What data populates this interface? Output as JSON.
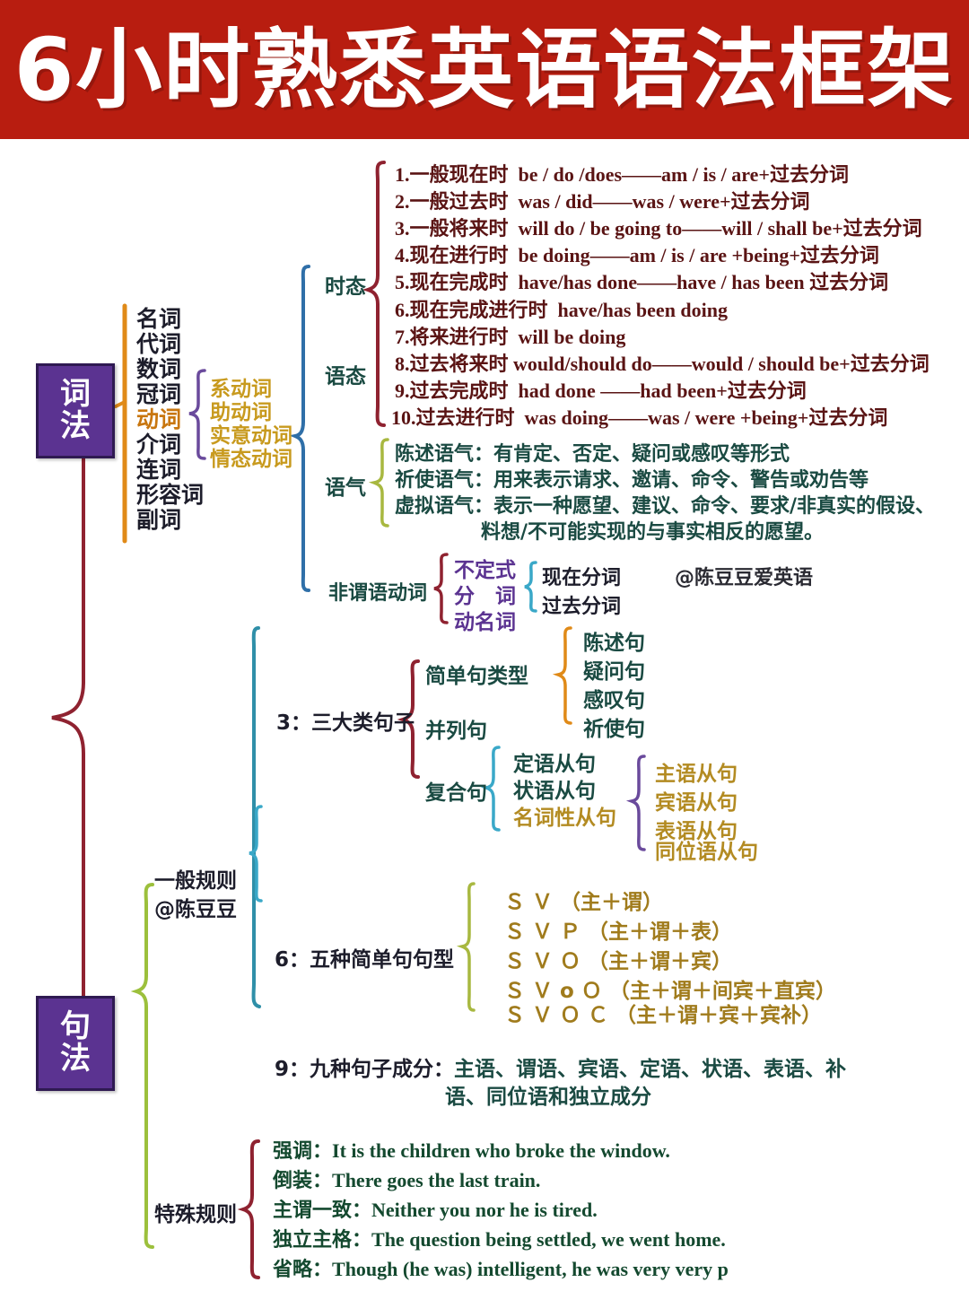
{
  "banner": {
    "title": "6小时熟悉英语语法框架",
    "bg": "#b81d10"
  },
  "nodes": {
    "morphology": {
      "line1": "词",
      "line2": "法"
    },
    "syntax": {
      "line1": "句",
      "line2": "法"
    }
  },
  "watermarks": {
    "long": "@陈豆豆爱英语",
    "short": "@陈豆豆"
  },
  "word_classes": {
    "items": [
      "名词",
      "代词",
      "数词",
      "冠词",
      "动词",
      "介词",
      "连词",
      "形容词",
      "副词"
    ],
    "color": "#1d1d2b",
    "verb_color": "#c8760f"
  },
  "verb_types": {
    "items": [
      "系动词",
      "助动词",
      "实意动词",
      "情态动词"
    ],
    "color": "#c89a1e"
  },
  "verb_aspects": {
    "tense_label": "时态",
    "voice_label": "语态",
    "mood_label": "语气",
    "nonfinite_label": "非谓语动词"
  },
  "tenses": {
    "items": [
      {
        "no": "1.",
        "name": "一般现在时",
        "active": "be / do /does",
        "dash": "——",
        "passive": "am / is / are+过去分词"
      },
      {
        "no": "2.",
        "name": "一般过去时",
        "active": "was / did",
        "dash": "——",
        "passive": "was / were+过去分词"
      },
      {
        "no": "3.",
        "name": "一般将来时",
        "active": "will do / be going to",
        "dash": "——",
        "passive": "will / shall be+过去分词"
      },
      {
        "no": "4.",
        "name": "现在进行时",
        "active": "be doing",
        "dash": "——",
        "passive": "am / is / are +being+过去分词"
      },
      {
        "no": "5.",
        "name": "现在完成时",
        "active": "have/has done",
        "dash": "——",
        "passive": "have / has been 过去分词"
      },
      {
        "no": "6.",
        "name": "现在完成进行时",
        "active": "have/has been doing",
        "dash": "",
        "passive": ""
      },
      {
        "no": "7.",
        "name": "将来进行时",
        "active": "will be doing",
        "dash": "",
        "passive": ""
      },
      {
        "no": "8.",
        "name": "过去将来时",
        "active": "would/should do",
        "dash": "——",
        "passive": "would / should be+过去分词"
      },
      {
        "no": "9.",
        "name": "过去完成时",
        "active": "had done",
        "dash": " ——",
        "passive": "had been+过去分词"
      },
      {
        "no": "10.",
        "name": "过去进行时",
        "active": "was doing",
        "dash": "——",
        "passive": "was / were +being+过去分词"
      }
    ],
    "color": "#5a1414"
  },
  "moods": {
    "items": [
      {
        "name": "陈述语气：",
        "desc": "有肯定、否定、疑问或感叹等形式"
      },
      {
        "name": "祈使语气：",
        "desc": "用来表示请求、邀请、命令、警告或劝告等"
      },
      {
        "name": "虚拟语气：",
        "desc": "表示一种愿望、建议、命令、要求/非真实的假设、"
      }
    ],
    "continuation": "料想/不可能实现的与事实相反的愿望。",
    "color": "#1a4a42"
  },
  "nonfinite": {
    "items": [
      "不定式",
      "分　词",
      "动名词"
    ],
    "participles": [
      "现在分词",
      "过去分词"
    ],
    "color": "#5b3391",
    "participle_color": "#1d1d2b"
  },
  "sentence_kinds": {
    "heading": "3：三大类句子",
    "branches": [
      "简单句类型",
      "并列句",
      "复合句"
    ],
    "simple_types": [
      "陈述句",
      "疑问句",
      "感叹句",
      "祈使句"
    ],
    "complex_types": [
      "定语从句",
      "状语从句",
      "名词性从句"
    ],
    "noun_clauses": [
      "主语从句",
      "宾语从句",
      "表语从句",
      "同位语从句"
    ],
    "color": "#1a4a42",
    "noun_clause_color": "#b38b22"
  },
  "general_rules": {
    "label": "一般规则"
  },
  "patterns": {
    "heading": "6：五种简单句句型",
    "items": [
      "Ｓ Ｖ （主＋谓）",
      "Ｓ Ｖ Ｐ （主＋谓＋表）",
      "Ｓ Ｖ Ｏ （主＋谓＋宾）",
      "Ｓ Ｖ o Ｏ （主＋谓＋间宾＋直宾）",
      "Ｓ Ｖ Ｏ Ｃ （主＋谓＋宾＋宾补）"
    ],
    "color": "#a07b1c"
  },
  "components": {
    "heading": "9：九种句子成分：",
    "line1": "主语、谓语、宾语、定语、状语、表语、补",
    "line2": "语、同位语和独立成分",
    "color": "#1a4a42"
  },
  "special_rules": {
    "label": "特殊规则",
    "items": [
      {
        "name": "强调：",
        "example": "It is the children who broke the window."
      },
      {
        "name": "倒装：",
        "example": "There goes the last train."
      },
      {
        "name": "主谓一致：",
        "example": "Neither you nor he is tired."
      },
      {
        "name": "独立主格：",
        "example": "The question being settled, we went home."
      },
      {
        "name": "省略：",
        "example": "Though (he was) intelligent, he was very very p"
      }
    ],
    "color": "#14492f"
  },
  "brace_colors": {
    "main_red": "#8f2230",
    "orange": "#e08a18",
    "purple": "#6a4a9c",
    "blue": "#2f6fa8",
    "dark_red": "#8f2230",
    "olive": "#a8b840",
    "teal": "#3aa8c8",
    "green": "#9cc03c",
    "gold": "#d8a520"
  }
}
